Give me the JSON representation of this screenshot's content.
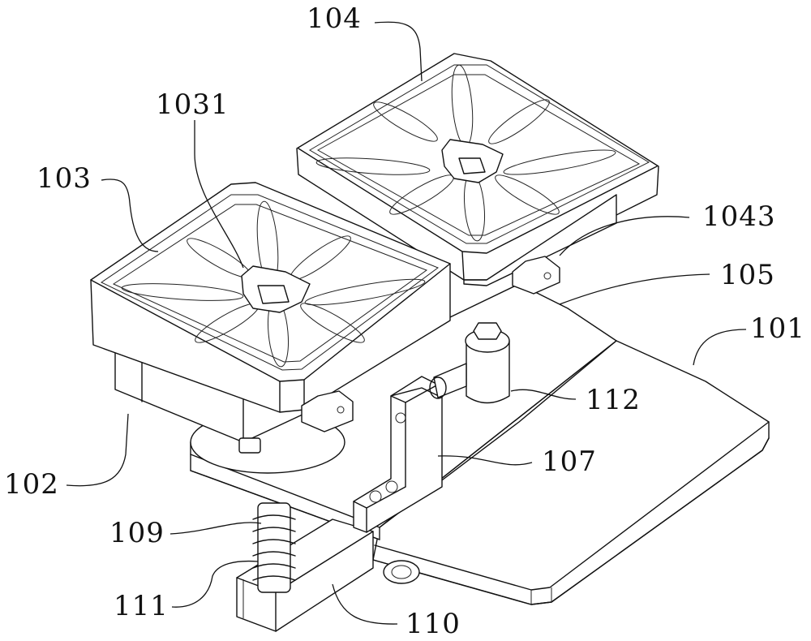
{
  "figure": {
    "type": "patent-line-drawing",
    "subject": "isometric view of dual cutter-head mounting assembly",
    "line_color": "#111111",
    "background": "#ffffff"
  },
  "labels": {
    "l101": "101",
    "l102": "102",
    "l103": "103",
    "l1031": "1031",
    "l104": "104",
    "l1043": "1043",
    "l105": "105",
    "l107": "107",
    "l109": "109",
    "l110": "110",
    "l111": "111",
    "l112": "112"
  }
}
